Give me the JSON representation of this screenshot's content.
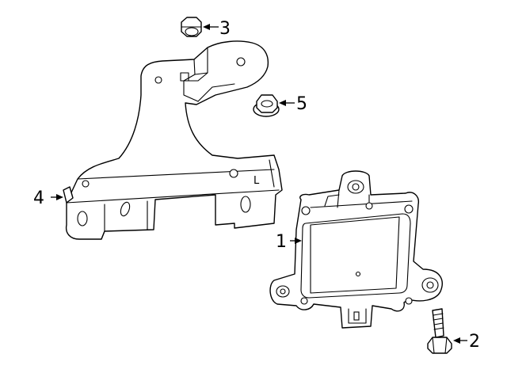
{
  "callouts": [
    {
      "id": "1",
      "label": "1",
      "part": "sensor-module"
    },
    {
      "id": "2",
      "label": "2",
      "part": "bolt"
    },
    {
      "id": "3",
      "label": "3",
      "part": "nut-top"
    },
    {
      "id": "4",
      "label": "4",
      "part": "bracket-clip"
    },
    {
      "id": "5",
      "label": "5",
      "part": "nut-flange"
    }
  ],
  "bracket_marking": "L",
  "colors": {
    "line": "#000000",
    "background": "#ffffff"
  }
}
